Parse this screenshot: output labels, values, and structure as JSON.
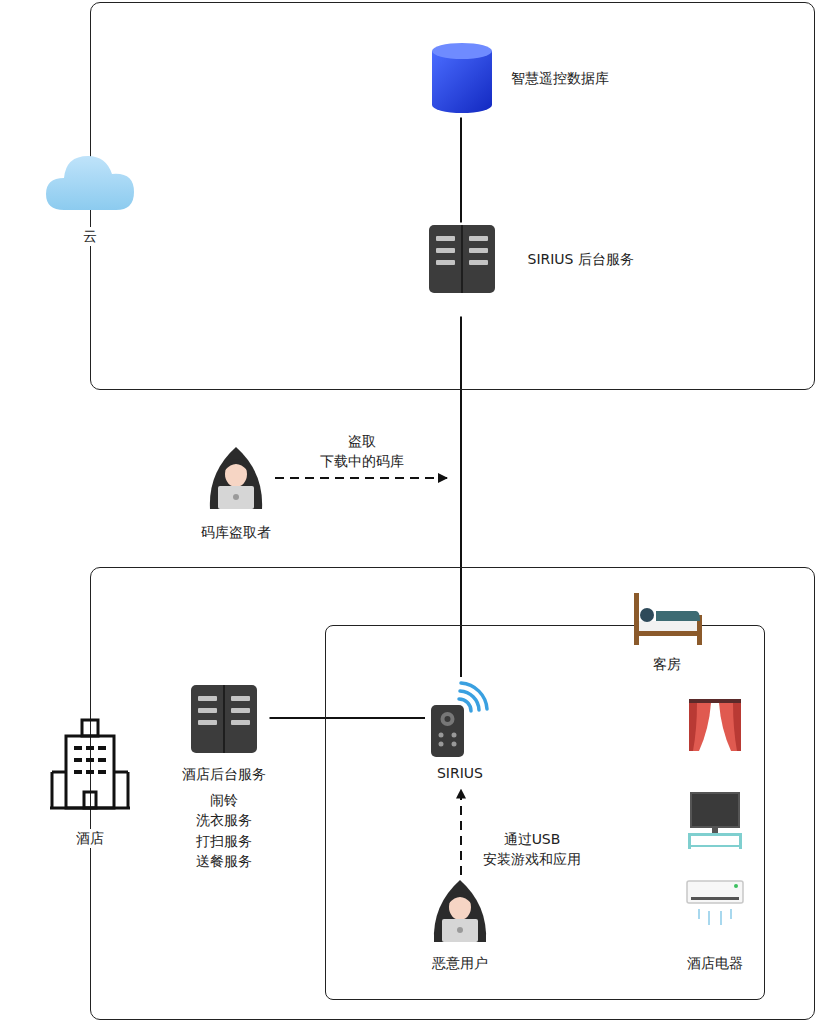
{
  "diagram": {
    "nodes": [
      {
        "text": [
          "云"
        ]
      },
      {
        "text": [
          "智慧遥控数据库"
        ],
        "in": 0
      },
      {
        "text": [
          "SIRIUS 后台服务"
        ],
        "in": 0
      },
      {
        "text": [
          "码库盗取者"
        ]
      },
      {
        "text": [
          "酒店"
        ]
      },
      {
        "text": [
          "酒店后台服务",
          "闹铃 洗衣服务 打扫服务 送餐服务"
        ],
        "in": 4
      },
      {
        "text": [
          "客房"
        ],
        "in": 4
      },
      {
        "text": [
          "SIRIUS"
        ],
        "in": 6
      },
      {
        "text": [
          "恶意用户"
        ],
        "in": 6
      },
      {
        "text": [
          "酒店电器"
        ],
        "in": 6
      }
    ],
    "edges": [
      {
        "from": 1,
        "to": 2,
        "arrow": "none"
      },
      {
        "from": 2,
        "to": 7,
        "arrow": "none"
      },
      {
        "from": 5,
        "to": 7,
        "arrow": "none"
      },
      {
        "from": 8,
        "to": 7,
        "label": "通过USB 安装游戏和应用",
        "arrow": "to"
      }
    ],
    "labels": [
      "盗取 下载中的码库"
    ]
  }
}
